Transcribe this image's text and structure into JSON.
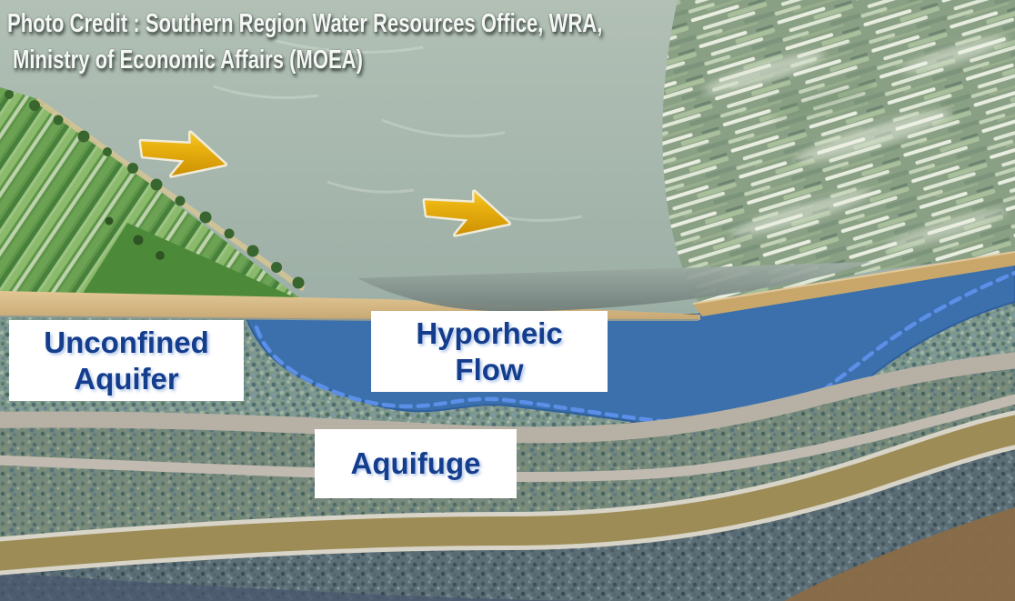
{
  "credit": {
    "line1": "Photo Credit : Southern Region Water Resources Office, WRA,",
    "line2": "Ministry of Economic Affairs (MOEA)"
  },
  "labels": {
    "unconfined_aquifer": {
      "line1": "Unconfined",
      "line2": "Aquifer"
    },
    "hyporheic_flow": {
      "line1": "Hyporheic",
      "line2": "Flow"
    },
    "aquifuge": {
      "text": "Aquifuge"
    }
  },
  "icons": {
    "flow_arrow_upstream": "flow-direction-arrow",
    "flow_arrow_downstream": "flow-direction-arrow"
  },
  "colors": {
    "label_text_navy": "#143d8d",
    "label_box_white": "#ffffff",
    "credit_text_white": "#f5f7f4",
    "hyporheic_blue": "#3b70ad",
    "hyporheic_dash": "#5b8fe8",
    "arrow_gold": "#e9ae0b",
    "river_water_grey_green": "#a7b7ad",
    "sand_bank_tan": "#d9bc8b",
    "aquifuge_sand_olive": "#9d8c55",
    "gray_band": "#b6b0a5"
  }
}
